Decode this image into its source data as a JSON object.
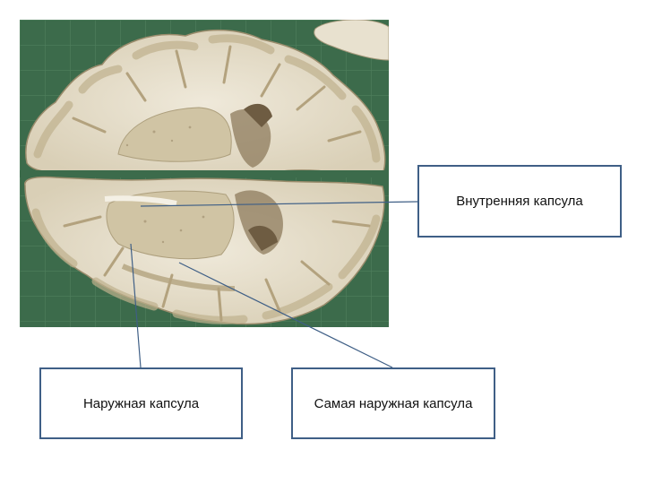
{
  "figure": {
    "photo_description_key": "brain-horizontal-section",
    "background_color": "#3c6b4b",
    "tissue_color": "#e6dfcd",
    "gray_matter_color": "#cbbf9f",
    "leader_color": "#3f5f86"
  },
  "labels": {
    "internal_capsule": "Внутренняя капсула",
    "external_capsule": "Наружная капсула",
    "extreme_capsule": "Самая наружная капсула"
  }
}
